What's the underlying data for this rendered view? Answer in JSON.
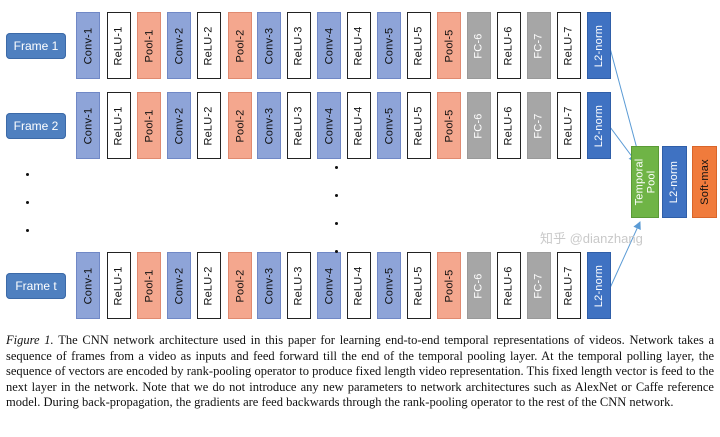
{
  "frames": [
    {
      "label": "Frame 1"
    },
    {
      "label": "Frame 2"
    },
    {
      "label": "Frame t"
    }
  ],
  "layers": [
    {
      "label": "Conv-1",
      "kind": "conv"
    },
    {
      "label": "ReLU-1",
      "kind": "relu"
    },
    {
      "label": "Pool-1",
      "kind": "pool"
    },
    {
      "label": "Conv-2",
      "kind": "conv"
    },
    {
      "label": "ReLU-2",
      "kind": "relu"
    },
    {
      "label": "Pool-2",
      "kind": "pool"
    },
    {
      "label": "Conv-3",
      "kind": "conv"
    },
    {
      "label": "ReLU-3",
      "kind": "relu"
    },
    {
      "label": "Conv-4",
      "kind": "conv"
    },
    {
      "label": "ReLU-4",
      "kind": "relu"
    },
    {
      "label": "Conv-5",
      "kind": "conv"
    },
    {
      "label": "ReLU-5",
      "kind": "relu"
    },
    {
      "label": "Pool-5",
      "kind": "pool"
    },
    {
      "label": "FC-6",
      "kind": "fc"
    },
    {
      "label": "ReLU-6",
      "kind": "relu"
    },
    {
      "label": "FC-7",
      "kind": "fc"
    },
    {
      "label": "ReLU-7",
      "kind": "relu"
    },
    {
      "label": "L2-norm",
      "kind": "l2"
    }
  ],
  "head": [
    {
      "label": "Temporal Pool",
      "kind": "tpool"
    },
    {
      "label": "L2-norm",
      "kind": "l2"
    },
    {
      "label": "Soft-max",
      "kind": "soft"
    }
  ],
  "watermark": "知乎 @dianzhang",
  "caption": {
    "figure_label": "Figure 1.",
    "text": " The CNN network architecture used in this paper for learning end-to-end temporal representations of videos. Network takes a sequence of frames from a video as inputs and feed forward till the end of the temporal pooling layer. At the temporal polling layer, the sequence of vectors are encoded by rank-pooling operator to produce fixed length video representation. This fixed length vector is feed to the next layer in the network. Note that we do not introduce any new parameters to network architectures such as AlexNet or Caffe reference model. During back-propagation, the gradients are feed backwards through the rank-pooling operator to the rest of the CNN network."
  }
}
